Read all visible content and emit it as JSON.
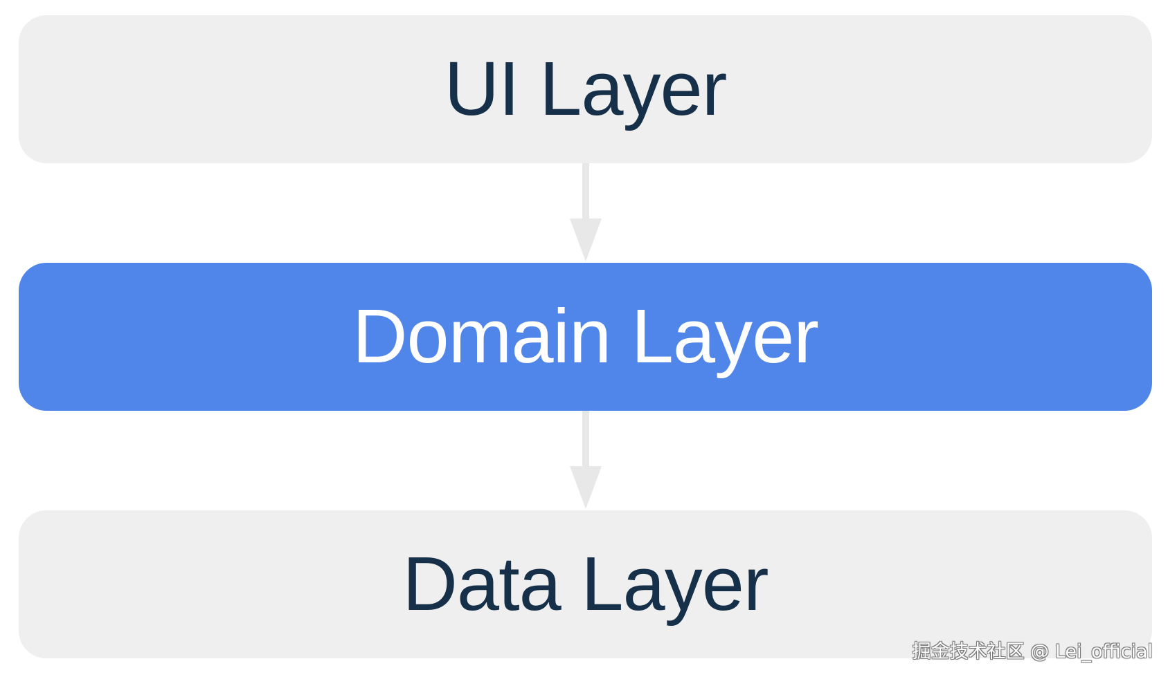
{
  "diagram": {
    "layers": [
      {
        "label": "UI Layer",
        "fill": "#efefef",
        "text_color": "#16304a"
      },
      {
        "label": "Domain Layer",
        "fill": "#5086ea",
        "text_color": "#ffffff"
      },
      {
        "label": "Data Layer",
        "fill": "#efefef",
        "text_color": "#16304a"
      }
    ],
    "connector_color": "#e8e8e8"
  },
  "watermark": {
    "text": "掘金技术社区 @ Lei_official"
  }
}
